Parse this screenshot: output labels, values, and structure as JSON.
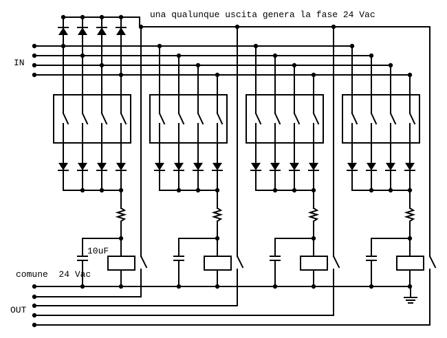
{
  "diagram": {
    "title_note": "una qualunque uscita genera la fase 24 Vac",
    "input_label": "IN",
    "output_label": "OUT",
    "common_label": "comune  24 Vac",
    "capacitor_label": "10uF",
    "blocks": 4,
    "inputs_per_block": 4,
    "components": [
      "diode",
      "switch-contact",
      "resistor",
      "capacitor",
      "relay-coil",
      "relay-contact",
      "ground"
    ],
    "colors": {
      "ink": "#000000",
      "background": "#ffffff"
    }
  }
}
